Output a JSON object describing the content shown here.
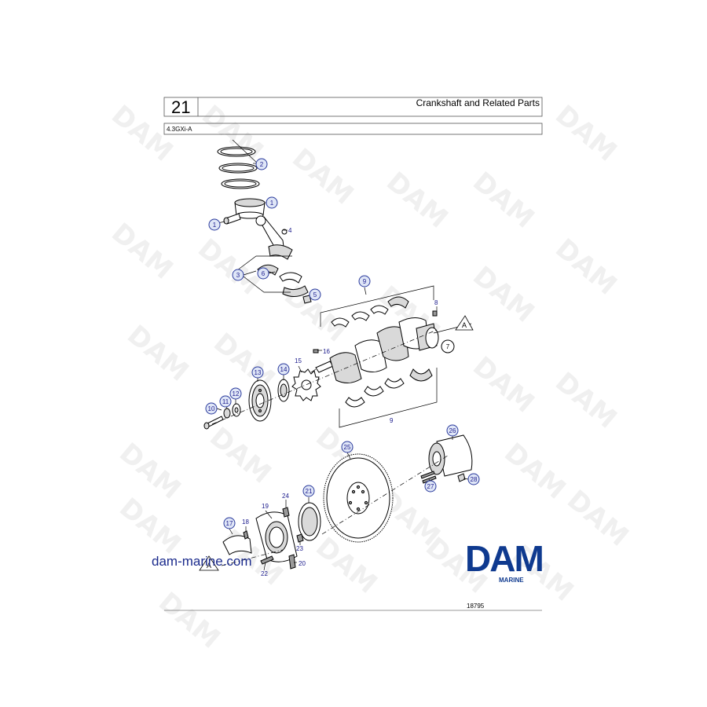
{
  "header": {
    "page_number": "21",
    "title": "Crankshaft and Related Parts",
    "model": "4.3GXi-A"
  },
  "callouts": [
    {
      "id": "c1a",
      "label": "1",
      "style": "circle"
    },
    {
      "id": "c1b",
      "label": "1",
      "style": "circle"
    },
    {
      "id": "c2",
      "label": "2",
      "style": "circle"
    },
    {
      "id": "c3",
      "label": "3",
      "style": "circle"
    },
    {
      "id": "c4",
      "label": "4",
      "style": "plain"
    },
    {
      "id": "c5",
      "label": "5",
      "style": "circle"
    },
    {
      "id": "c6",
      "label": "6",
      "style": "circle"
    },
    {
      "id": "c7",
      "label": "7",
      "style": "circle-white"
    },
    {
      "id": "c8",
      "label": "8",
      "style": "plain"
    },
    {
      "id": "c9a",
      "label": "9",
      "style": "circle"
    },
    {
      "id": "c9b",
      "label": "9",
      "style": "plain"
    },
    {
      "id": "c10",
      "label": "10",
      "style": "circle"
    },
    {
      "id": "c11",
      "label": "11",
      "style": "circle"
    },
    {
      "id": "c12",
      "label": "12",
      "style": "circle"
    },
    {
      "id": "c13",
      "label": "13",
      "style": "circle"
    },
    {
      "id": "c14",
      "label": "14",
      "style": "circle"
    },
    {
      "id": "c15",
      "label": "15",
      "style": "plain"
    },
    {
      "id": "c16",
      "label": "16",
      "style": "plain"
    },
    {
      "id": "c17",
      "label": "17",
      "style": "circle"
    },
    {
      "id": "c18",
      "label": "18",
      "style": "plain"
    },
    {
      "id": "c19",
      "label": "19",
      "style": "plain"
    },
    {
      "id": "c20",
      "label": "20",
      "style": "plain"
    },
    {
      "id": "c21",
      "label": "21",
      "style": "circle"
    },
    {
      "id": "c22",
      "label": "22",
      "style": "plain"
    },
    {
      "id": "c23",
      "label": "23",
      "style": "plain"
    },
    {
      "id": "c24",
      "label": "24",
      "style": "plain"
    },
    {
      "id": "c25",
      "label": "25",
      "style": "circle"
    },
    {
      "id": "c26",
      "label": "26",
      "style": "circle"
    },
    {
      "id": "c27",
      "label": "27",
      "style": "circle"
    },
    {
      "id": "c28",
      "label": "28",
      "style": "circle"
    }
  ],
  "reference_marks": {
    "upper": "A",
    "lower": "A"
  },
  "watermark": "DAM",
  "footer": {
    "website": "dam-marine.com",
    "logo": "DAM",
    "logo_subtitle": "MARINE",
    "figure_number": "18795"
  },
  "colors": {
    "callout_fill": "#dfe6f7",
    "callout_stroke": "#2a3a9c",
    "logo_blue": "#0f3a8f",
    "watermark_gray": "#e4e4e4"
  }
}
